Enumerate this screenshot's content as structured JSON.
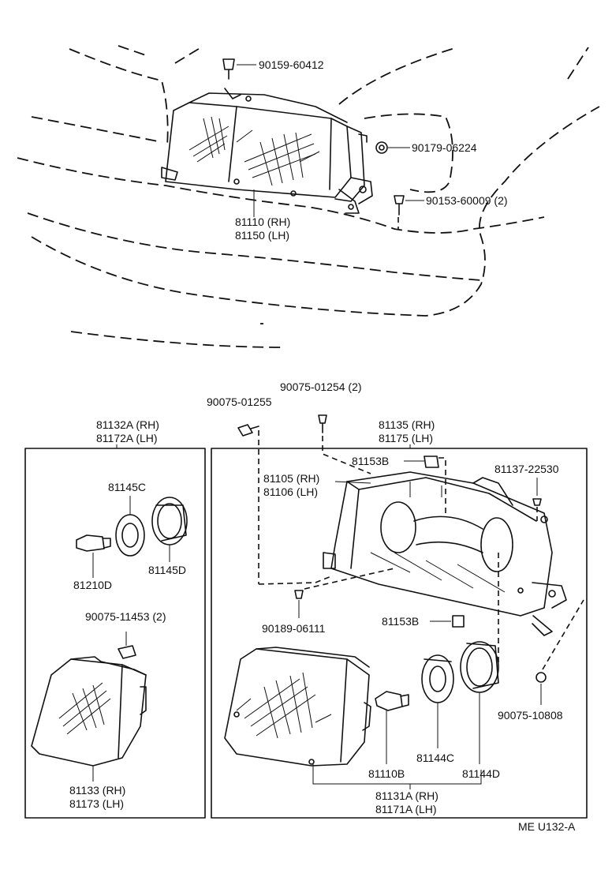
{
  "labels": {
    "p90159": "90159-60412",
    "p90179": "90179-06224",
    "p90153": "90153-60009 (2)",
    "p81110rh": "81110 (RH)",
    "p81150lh": "81150 (LH)",
    "p90075_01254": "90075-01254 (2)",
    "p90075_01255": "90075-01255",
    "p81132a": "81132A (RH)",
    "p81172a": "81172A (LH)",
    "p81135": "81135 (RH)",
    "p81175": "81175 (LH)",
    "p81153b_top": "81153B",
    "p81137": "81137-22530",
    "p81105": "81105 (RH)",
    "p81106": "81106 (LH)",
    "p81145c": "81145C",
    "p81145d": "81145D",
    "p81210d": "81210D",
    "p90075_11453": "90075-11453 (2)",
    "p90189": "90189-06111",
    "p81153b_bot": "81153B",
    "p90075_10808": "90075-10808",
    "p81133": "81133 (RH)",
    "p81173": "81173 (LH)",
    "p81110b": "81110B",
    "p81144c": "81144C",
    "p81144d": "81144D",
    "p81131a": "81131A (RH)",
    "p81171a": "81171A (LH)",
    "ref_code": "ME U132-A"
  }
}
